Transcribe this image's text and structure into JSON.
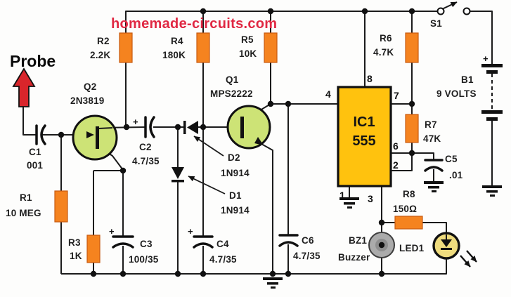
{
  "title": "homemade-circuits.com",
  "probe": {
    "label": "Probe"
  },
  "resistors": {
    "r1": {
      "ref": "R1",
      "value": "10 MEG"
    },
    "r2": {
      "ref": "R2",
      "value": "2.2K"
    },
    "r3": {
      "ref": "R3",
      "value": "1K"
    },
    "r4": {
      "ref": "R4",
      "value": "180K"
    },
    "r5": {
      "ref": "R5",
      "value": "10K"
    },
    "r6": {
      "ref": "R6",
      "value": "4.7K"
    },
    "r7": {
      "ref": "R7",
      "value": "47K"
    },
    "r8": {
      "ref": "R8",
      "value": "150Ω"
    }
  },
  "capacitors": {
    "c1": {
      "ref": "C1",
      "value": "001"
    },
    "c2": {
      "ref": "C2",
      "value": "4.7/35",
      "polarity": "+"
    },
    "c3": {
      "ref": "C3",
      "value": "100/35",
      "polarity": "+"
    },
    "c4": {
      "ref": "C4",
      "value": "4.7/35",
      "polarity": "+"
    },
    "c5": {
      "ref": "C5",
      "value": ".01"
    },
    "c6": {
      "ref": "C6",
      "value": "4.7/35"
    }
  },
  "diodes": {
    "d1": {
      "ref": "D1",
      "part": "1N914"
    },
    "d2": {
      "ref": "D2",
      "part": "1N914"
    }
  },
  "transistors": {
    "q1": {
      "ref": "Q1",
      "part": "MPS2222"
    },
    "q2": {
      "ref": "Q2",
      "part": "2N3819"
    }
  },
  "ic": {
    "ref": "IC1",
    "part": "555",
    "pins": {
      "p1": "1",
      "p2": "2",
      "p3": "3",
      "p4": "4",
      "p6": "6",
      "p7": "7",
      "p8": "8"
    }
  },
  "power": {
    "switch_ref": "S1",
    "battery_ref": "B1",
    "battery_value": "9 VOLTS",
    "plus": "+"
  },
  "outputs": {
    "buzzer_ref": "BZ1",
    "buzzer_label": "Buzzer",
    "led_ref": "LED1"
  },
  "colors": {
    "resistor_orange": "#F5831F",
    "ic_yellow": "#FFC20E",
    "transistor_green": "#CDE376",
    "led_yellow": "#EFDC7E",
    "buzzer_gray": "#ABABAB",
    "title_red": "#E02843",
    "probe_red": "#D9252B",
    "wire_black": "#1B1B1B"
  }
}
